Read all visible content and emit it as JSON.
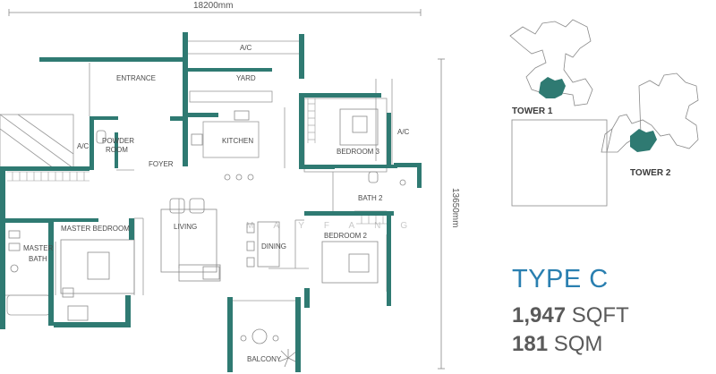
{
  "plan": {
    "width_dimension": "18200mm",
    "depth_dimension": "13650mm",
    "watermark": "MAYFANG",
    "rooms": {
      "entrance": "ENTRANCE",
      "yard": "YARD",
      "ac_top": "A/C",
      "ac_right": "A/C",
      "ac_left": "A/C",
      "powder_room_line1": "POWDER",
      "powder_room_line2": "ROOM",
      "foyer": "FOYER",
      "kitchen": "KITCHEN",
      "bedroom3": "BEDROOM 3",
      "bath2": "BATH 2",
      "master_bedroom": "MASTER BEDROOM",
      "master_bath_line1": "MASTER",
      "master_bath_line2": "BATH",
      "living": "LIVING",
      "dining": "DINING",
      "bedroom2": "BEDROOM 2",
      "balcony": "BALCONY"
    }
  },
  "site_plan": {
    "tower1": "TOWER 1",
    "tower2": "TOWER 2"
  },
  "unit": {
    "type": "TYPE C",
    "sqft_value": "1,947",
    "sqft_unit": "SQFT",
    "sqm_value": "181",
    "sqm_unit": "SQM"
  },
  "colors": {
    "wall": "#2f7a72",
    "highlight": "#2f7a72",
    "title": "#2a7fb0"
  }
}
